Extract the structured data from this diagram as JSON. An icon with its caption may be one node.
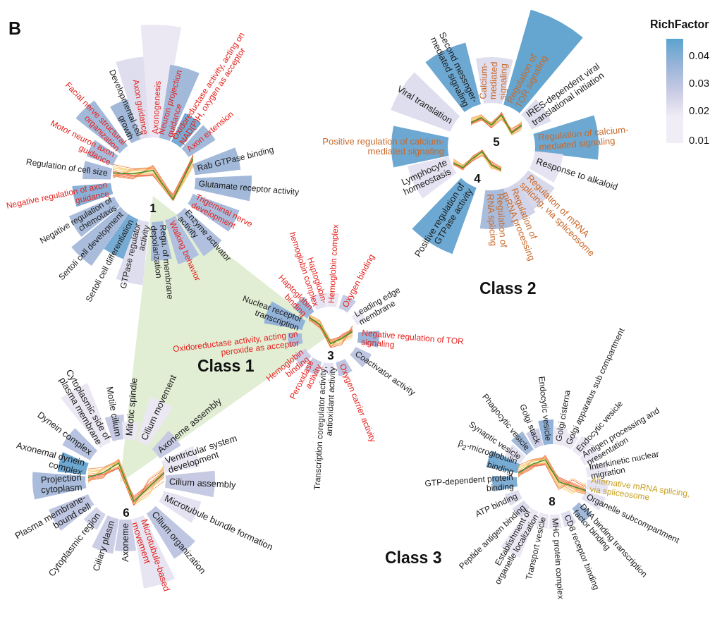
{
  "diagram": {
    "nodes": [
      {
        "text": [
          "1"
        ],
        "beside": [
          "Glutamate receptor activity",
          "Trigeminal nerve development",
          "Enzyme activator activity",
          "Walking behavior",
          "Regu. of membrane depolarization",
          "GTPase regulator activity",
          "Sertoli cell differentiation",
          "Sertoli cell development",
          "Negative regulation of chemotaxis",
          "Negative regulation of axon guidance",
          "Regulation of cell size",
          "Motor neuron axon guidance",
          "Facial nerve structural organization",
          "Developmental cell growth",
          "Axon guidance",
          "Axonogenesis",
          "Neuron projection guidance",
          "Oxidoreductase activity, acting on NAD(P)H, oxygen as acceptor",
          "Axon extension",
          "Rab GTPase binding"
        ]
      },
      {
        "text": [
          "5"
        ],
        "beside": [
          "Regulation of calcium-mediated signaling",
          "IRES-dependent viral translational initiation",
          "Regulation of TOR signaling",
          "Calcium-mediated signaling",
          "Second messnger-mediated signaling",
          "Viral translation",
          "Positive regulation of calcium-mediated signaling"
        ]
      },
      {
        "text": [
          "4"
        ],
        "beside": [
          "Response to alkaloid",
          "Regulation of mRNA splicing, via spliceosome",
          "Regulation of mRNA processing",
          "Regulation of RNA splicing",
          "Positive regulation of GTPase activity",
          "Lymphocyte homeostasis"
        ]
      },
      {
        "text": [
          "3"
        ],
        "beside": [
          "Negative regulation of TOR signaling",
          "Coactivator activity",
          "Oxygen carrier activity",
          "Transcription coregulator activity; antioxidant activity",
          "Peroxidase activity",
          "Hemoglobin binding",
          "Oxidoreductase activity, acting on peroxide as acceptor",
          "Nuclear receptor transcription",
          "Haptoglobin binding",
          "Haptoglobin-hemoglobin complex",
          "Hemoglobin complex",
          "Oxygen binding",
          "Leading edge membrane"
        ]
      },
      {
        "text": [
          "6"
        ],
        "beside": [
          "Cilium assembly",
          "Microtubule bundle formation",
          "Cilium organization",
          "Microtubule-based movement",
          "Axoneme",
          "Ciliary plasm",
          "Cytoplasmic region",
          "Plasma membrane-bound cell",
          "Projection cytoplasm",
          "Axonemal dynein complex",
          "Dynein complex",
          "Cytoplasmic side of plasma membrane",
          "Motile cilium",
          "Mitotic spindle",
          "Cilium movement",
          "Axoneme assembly",
          "Ventricular system development"
        ]
      },
      {
        "text": [
          "8"
        ],
        "beside": [
          "Interkinetic nuclear migration",
          "Alternative mRNA splicing, via spliceosome",
          "Organelle subcompartment",
          "DNA binding transcription factor binding",
          "CD8 receptor binding",
          "MHC protein complex",
          "Transport vesicle",
          "Establishment of organelle localization",
          "Peptide antigen binding",
          "ATP binding",
          "GTP-dependent protein binding",
          "β$_{2}$-microglobulin binding",
          "Synaptic vesicle",
          "Phagocytic vesicle",
          "Golgi stack",
          "Endocytic vesicle",
          "Golgi cisterna",
          "Golgi apparatus sub compartment",
          "Endocytic vesicle",
          "Antigen processing and presentation"
        ]
      }
    ],
    "labels": [
      "B",
      "RichFactor",
      "Class 2",
      "Class 1",
      "Class 3"
    ],
    "legend": [
      {
        "text": "0.04",
        "color": "#5ba3cf"
      },
      {
        "text": "0.03",
        "color": "#98b4d8"
      },
      {
        "text": "0.02",
        "color": "#c8cbe4"
      },
      {
        "text": "0.01",
        "color": "#f1edf6"
      }
    ]
  }
}
